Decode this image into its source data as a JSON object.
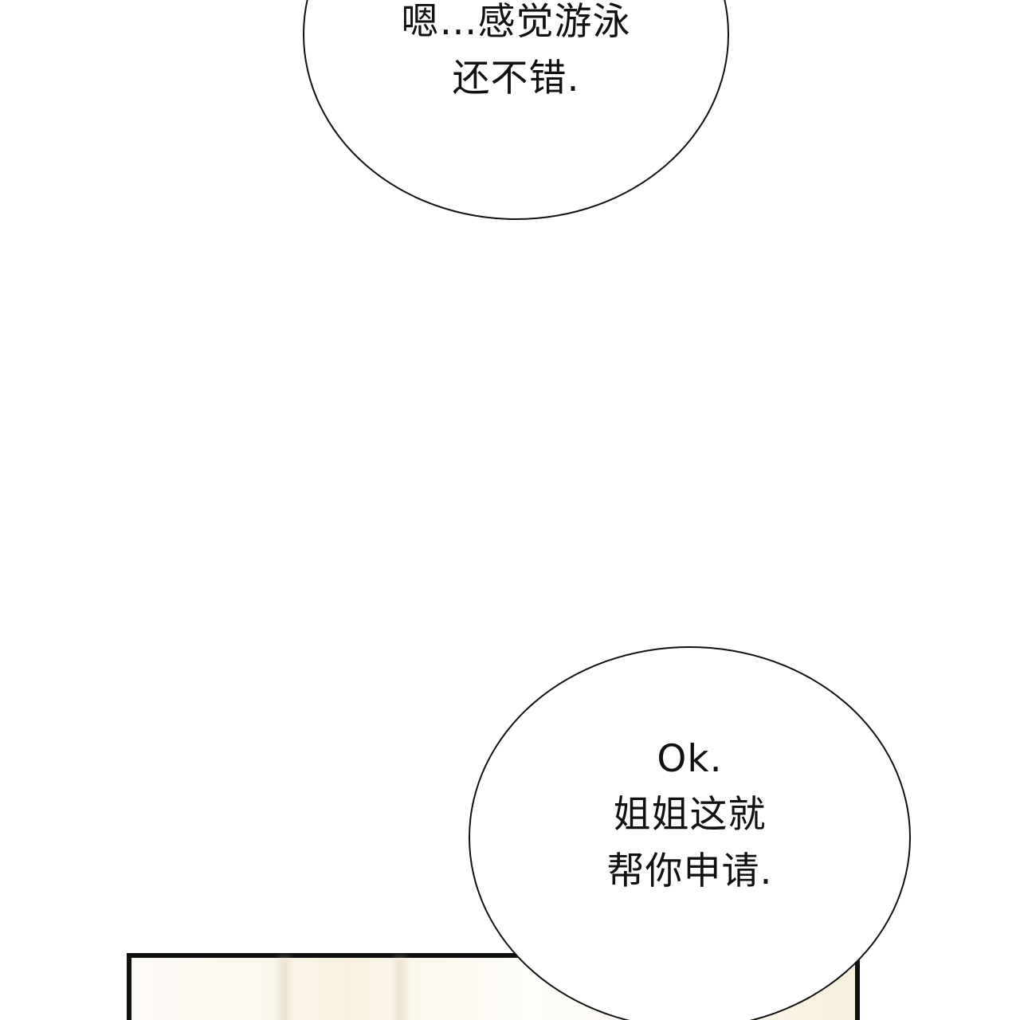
{
  "bubbles": {
    "top": {
      "lines": [
        "嗯…感觉游泳",
        "还不错."
      ]
    },
    "bottom": {
      "lines": [
        "Ok.",
        "姐姐这就",
        "帮你申请."
      ]
    }
  },
  "colors": {
    "background": "#ffffff",
    "ink": "#111111",
    "panel_tone": "#f7f0dd"
  }
}
